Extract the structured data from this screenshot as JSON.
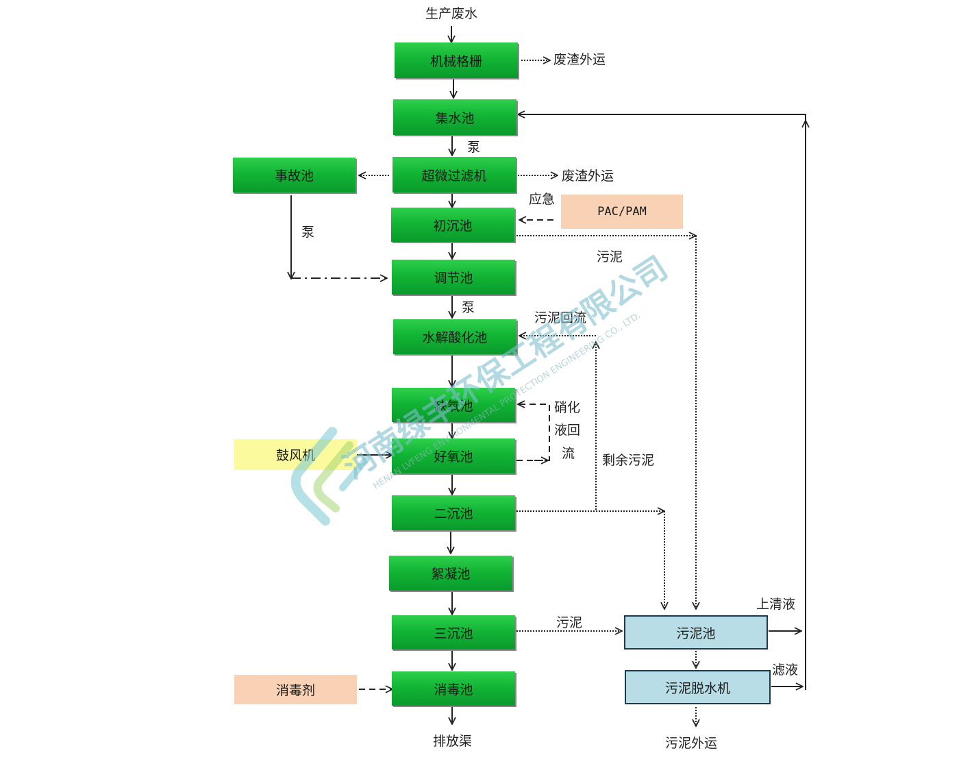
{
  "nodes": {
    "influent": "生产废水",
    "screen": "机械格栅",
    "collection_tank": "集水池",
    "ultrafine_filter": "超微过滤机",
    "accident_tank": "事故池",
    "primary_sed": "初沉池",
    "pac_pam": "PAC/PAM",
    "equalization": "调节池",
    "hydrolysis": "水解酸化池",
    "anoxic": "缺氧池",
    "aerobic": "好氧池",
    "blower": "鼓风机",
    "secondary_sed": "二沉池",
    "flocculation": "絮凝池",
    "tertiary_sed": "三沉池",
    "disinfection": "消毒池",
    "disinfectant": "消毒剂",
    "sludge_tank": "污泥池",
    "dewatering": "污泥脱水机"
  },
  "labels": {
    "slag_out_1": "废渣外运",
    "slag_out_2": "废渣外运",
    "pump_1": "泵",
    "pump_2": "泵",
    "pump_3": "泵",
    "emergency": "应急",
    "sludge_1": "污泥",
    "sludge_return": "污泥回流",
    "nitrif_1": "硝化",
    "nitrif_2": "液回",
    "nitrif_3": "流",
    "excess_sludge": "剩余污泥",
    "sludge_2": "污泥",
    "supernatant": "上清液",
    "filtrate": "滤液",
    "discharge": "排放渠",
    "sludge_out": "污泥外运"
  },
  "watermark": {
    "name": "河南绿丰环保工程有限公司",
    "english": "HENAN LVFENG ENVIRONMENTAL PROTECTION ENGINEERING CO., LTD."
  },
  "colors": {
    "process_green": "#12b535",
    "sludge_blue": "#b9dde6",
    "chemical_peach": "#f9d2b5",
    "blower_yellow": "#fbfb9e"
  }
}
